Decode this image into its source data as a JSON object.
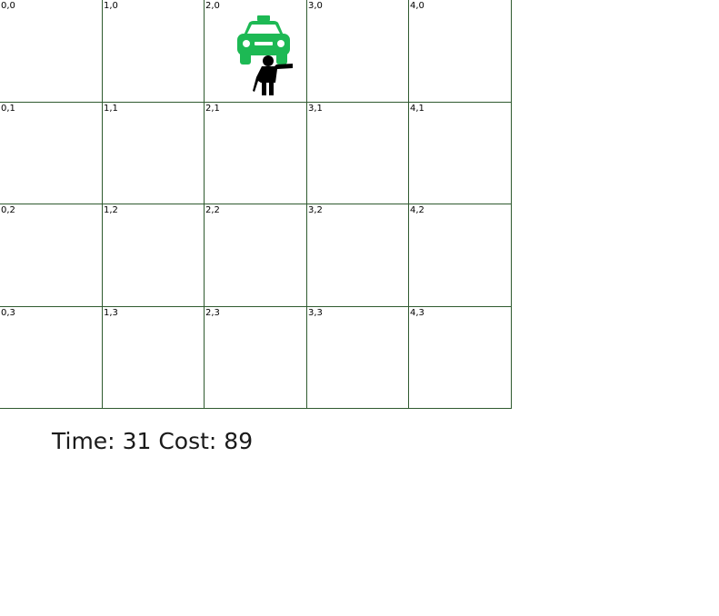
{
  "grid": {
    "cols": 5,
    "rows": 4,
    "line_color": "#2f5a2f",
    "cells": [
      [
        "0,0",
        "1,0",
        "2,0",
        "3,0",
        "4,0"
      ],
      [
        "0,1",
        "1,1",
        "2,1",
        "3,1",
        "4,1"
      ],
      [
        "0,2",
        "1,2",
        "2,2",
        "3,2",
        "4,2"
      ],
      [
        "0,3",
        "1,3",
        "2,3",
        "3,3",
        "4,3"
      ]
    ]
  },
  "taxi": {
    "icon": "taxi-icon",
    "color": "#1db954",
    "cell": "2,0"
  },
  "passenger": {
    "icon": "hailing-person-icon",
    "color": "#000000",
    "cell": "2,0"
  },
  "status": {
    "time_label": "Time:",
    "time_value": "31",
    "cost_label": "Cost:",
    "cost_value": "89"
  }
}
